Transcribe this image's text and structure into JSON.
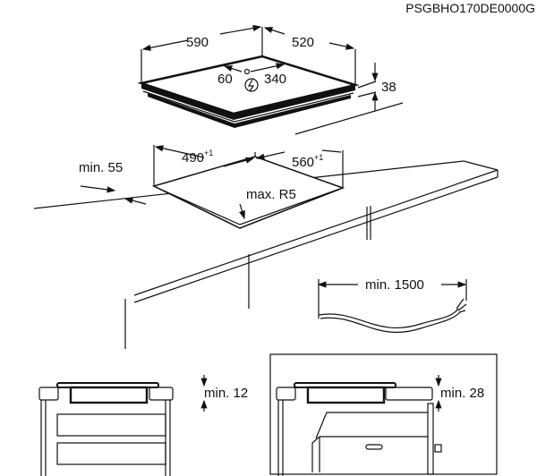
{
  "code": "PSGBHO170DE0000G",
  "hob": {
    "width": "590",
    "depth": "520",
    "height": "38",
    "cable_left": "60",
    "cable_right": "340",
    "power_icon": "lightning-bolt-icon"
  },
  "cutout": {
    "width": "490",
    "width_tol": "+1",
    "depth": "560",
    "depth_tol": "+1",
    "radius": "max. R5",
    "front_min": "min. 55"
  },
  "cable": {
    "length": "min. 1500"
  },
  "install_drawer": {
    "clearance": "min. 12"
  },
  "install_oven": {
    "clearance": "min. 28"
  }
}
